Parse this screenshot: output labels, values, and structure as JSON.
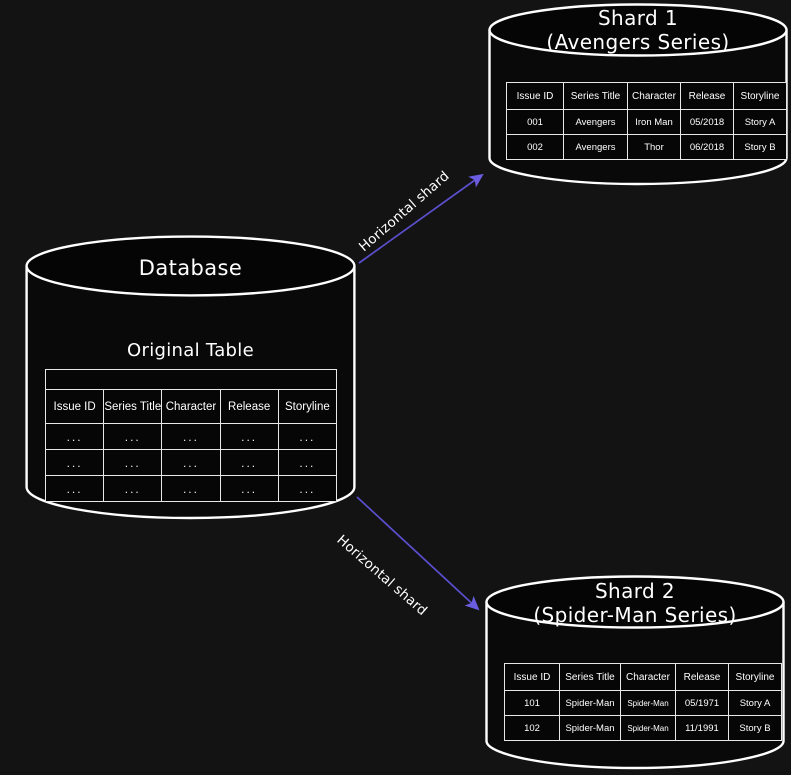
{
  "diagram": {
    "background_color": "#131313",
    "stroke_color": "#ffffff",
    "arrow_color": "#5b4fcf"
  },
  "database": {
    "title": "Database",
    "table_label": "Original Table",
    "table": {
      "columns": [
        "Issue ID",
        "Series Title",
        "Character",
        "Release",
        "Storyline"
      ],
      "rows": [
        [
          "...",
          "...",
          "...",
          "...",
          "..."
        ],
        [
          "...",
          "...",
          "...",
          "...",
          "..."
        ],
        [
          "...",
          "...",
          "...",
          "...",
          "..."
        ]
      ]
    }
  },
  "arrows": [
    {
      "label": "Horizontal shard",
      "from": "database",
      "to": "shard1"
    },
    {
      "label": "Horizontal shard",
      "from": "database",
      "to": "shard2"
    }
  ],
  "shards": [
    {
      "title": "Shard 1\n(Avengers Series)",
      "title_line1": "Shard 1",
      "title_line2": "(Avengers Series)",
      "table": {
        "columns": [
          "Issue ID",
          "Series Title",
          "Character",
          "Release",
          "Storyline"
        ],
        "rows": [
          [
            "001",
            "Avengers",
            "Iron Man",
            "05/2018",
            "Story A"
          ],
          [
            "002",
            "Avengers",
            "Thor",
            "06/2018",
            "Story B"
          ]
        ]
      }
    },
    {
      "title": "Shard 2\n(Spider-Man Series)",
      "title_line1": "Shard 2",
      "title_line2": "(Spider-Man Series)",
      "table": {
        "columns": [
          "Issue ID",
          "Series Title",
          "Character",
          "Release",
          "Storyline"
        ],
        "rows": [
          [
            "101",
            "Spider-Man",
            "Spider-Man",
            "05/1971",
            "Story A"
          ],
          [
            "102",
            "Spider-Man",
            "Spider-Man",
            "11/1991",
            "Story B"
          ]
        ]
      }
    }
  ]
}
